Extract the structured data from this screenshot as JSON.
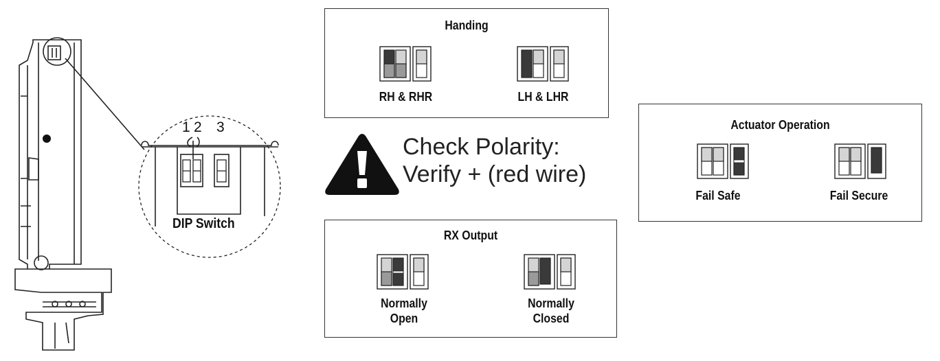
{
  "device": {
    "dip_label": "DIP Switch",
    "switch_numbers": [
      "1",
      "2",
      "3"
    ]
  },
  "handing": {
    "title": "Handing",
    "options": [
      {
        "label": "RH & RHR",
        "switch_states": [
          "up-dark",
          "up-gray",
          "off"
        ]
      },
      {
        "label": "LH & LHR",
        "switch_states": [
          "full-dark",
          "off",
          "off"
        ]
      }
    ]
  },
  "warning": {
    "line1": "Check Polarity:",
    "line2": "Verify + (red wire)"
  },
  "rx_output": {
    "title": "RX Output",
    "options": [
      {
        "label_line1": "Normally",
        "label_line2": "Open"
      },
      {
        "label_line1": "Normally",
        "label_line2": "Closed"
      }
    ]
  },
  "actuator": {
    "title": "Actuator Operation",
    "options": [
      {
        "label": "Fail Safe"
      },
      {
        "label": "Fail Secure"
      }
    ]
  },
  "colors": {
    "dark": "#3a3a3a",
    "mid": "#9a9a9a",
    "light": "#d4d4d4",
    "line": "#222222"
  }
}
